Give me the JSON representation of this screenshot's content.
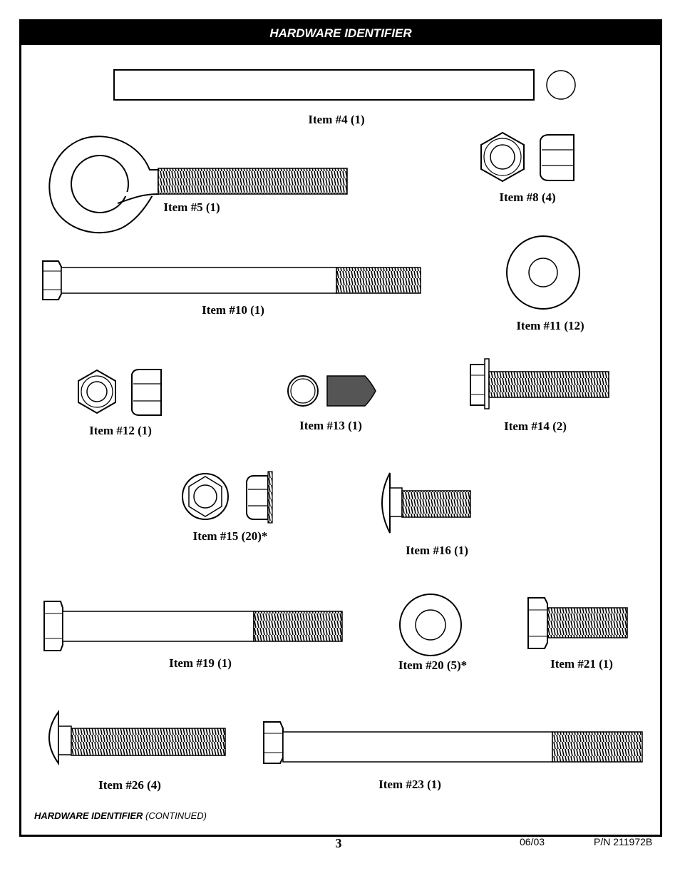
{
  "header": {
    "title": "HARDWARE IDENTIFIER"
  },
  "items": [
    {
      "id": "item-4",
      "label": "Item #4 (1)",
      "icon": "rod-icon"
    },
    {
      "id": "item-5",
      "label": "Item #5 (1)",
      "icon": "eye-bolt-icon"
    },
    {
      "id": "item-8",
      "label": "Item #8 (4)",
      "icon": "lock-nut-icon"
    },
    {
      "id": "item-10",
      "label": "Item #10 (1)",
      "icon": "hex-bolt-icon"
    },
    {
      "id": "item-11",
      "label": "Item #11 (12)",
      "icon": "flat-washer-icon"
    },
    {
      "id": "item-12",
      "label": "Item #12 (1)",
      "icon": "lock-nut-icon"
    },
    {
      "id": "item-13",
      "label": "Item #13 (1)",
      "icon": "cap-icon"
    },
    {
      "id": "item-14",
      "label": "Item #14 (2)",
      "icon": "flange-bolt-icon"
    },
    {
      "id": "item-15",
      "label": "Item #15 (20)*",
      "icon": "flange-nut-icon"
    },
    {
      "id": "item-16",
      "label": "Item #16 (1)",
      "icon": "carriage-bolt-icon"
    },
    {
      "id": "item-19",
      "label": "Item #19 (1)",
      "icon": "hex-bolt-icon"
    },
    {
      "id": "item-20",
      "label": "Item #20 (5)*",
      "icon": "flat-washer-icon"
    },
    {
      "id": "item-21",
      "label": "Item #21 (1)",
      "icon": "hex-bolt-icon"
    },
    {
      "id": "item-26",
      "label": "Item #26 (4)",
      "icon": "carriage-bolt-icon"
    },
    {
      "id": "item-23",
      "label": "Item #23 (1)",
      "icon": "hex-bolt-icon"
    }
  ],
  "footer": {
    "section_title": "HARDWARE IDENTIFIER",
    "section_suffix": "(CONTINUED)",
    "page_number": "3",
    "date": "06/03",
    "part_number": "P/N 211972B"
  }
}
